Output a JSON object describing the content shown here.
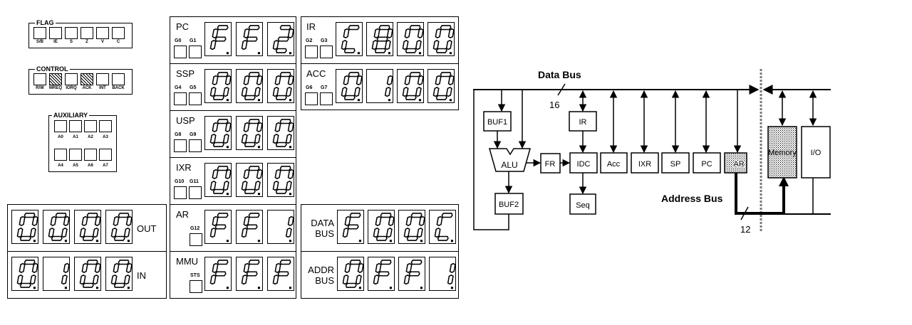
{
  "flag_panel": {
    "title": "FLAG",
    "lamps": [
      {
        "label": "S/B",
        "on": false
      },
      {
        "label": "IE",
        "on": false
      },
      {
        "label": "S",
        "on": false
      },
      {
        "label": "Z",
        "on": false
      },
      {
        "label": "V",
        "on": false
      },
      {
        "label": "C",
        "on": false
      }
    ]
  },
  "control_panel": {
    "title": "CONTROL",
    "lamps": [
      {
        "label": "R/W",
        "on": false
      },
      {
        "label": "MREQ",
        "on": true
      },
      {
        "label": "IORQ",
        "on": false
      },
      {
        "label": "ACK",
        "on": true
      },
      {
        "label": "INT",
        "on": false
      },
      {
        "label": "BACK",
        "on": false
      }
    ]
  },
  "auxiliary_panel": {
    "title": "AUXILIARY",
    "row1": [
      "A0",
      "A1",
      "A2",
      "A3"
    ],
    "row2": [
      "A4",
      "A5",
      "A6",
      "A7"
    ]
  },
  "io_displays": [
    {
      "label": "OUT",
      "digits": [
        "0",
        "0",
        "0",
        "0"
      ]
    },
    {
      "label": "IN",
      "digits": [
        "0",
        "1",
        "0",
        "0"
      ]
    }
  ],
  "registers_left": [
    {
      "label": "PC",
      "lamps": [
        "G0",
        "G1"
      ],
      "digits": [
        "F",
        "F",
        "2"
      ]
    },
    {
      "label": "SSP",
      "lamps": [
        "G4",
        "G5"
      ],
      "digits": [
        "0",
        "0",
        "0"
      ]
    },
    {
      "label": "USP",
      "lamps": [
        "G8",
        "G9"
      ],
      "digits": [
        "0",
        "0",
        "0"
      ]
    },
    {
      "label": "IXR",
      "lamps": [
        "G10",
        "G11"
      ],
      "digits": [
        "0",
        "0",
        "0"
      ]
    },
    {
      "label": "AR",
      "lamps": [
        "G12"
      ],
      "digits": [
        "F",
        "F",
        "1"
      ]
    },
    {
      "label": "MMU",
      "lamps": [
        "STS"
      ],
      "digits": [
        "F",
        "F",
        "F"
      ]
    }
  ],
  "registers_right": [
    {
      "label": "IR",
      "lamps": [
        "G2",
        "G3"
      ],
      "digits": [
        "C",
        "8",
        "0",
        "0"
      ]
    },
    {
      "label": "ACC",
      "lamps": [
        "G6",
        "G7"
      ],
      "digits": [
        "0",
        "1",
        "0",
        "0"
      ]
    }
  ],
  "bus_displays": [
    {
      "label_line1": "DATA",
      "label_line2": "BUS",
      "digits": [
        "F",
        "0",
        "0",
        "C"
      ]
    },
    {
      "label_line1": "ADDR",
      "label_line2": "BUS",
      "digits": [
        "0",
        "F",
        "F",
        "1"
      ]
    }
  ],
  "diagram": {
    "data_bus_label": "Data Bus",
    "data_bus_width": "16",
    "address_bus_label": "Address Bus",
    "address_bus_width": "12",
    "blocks": {
      "buf1": "BUF1",
      "alu": "ALU",
      "buf2": "BUF2",
      "fr": "FR",
      "ir": "IR",
      "idc": "IDC",
      "seq": "Seq",
      "acc": "Acc",
      "ixr": "IXR",
      "sp": "SP",
      "pc": "PC",
      "ar": "AR",
      "memory": "Memory",
      "io": "I/O"
    }
  }
}
